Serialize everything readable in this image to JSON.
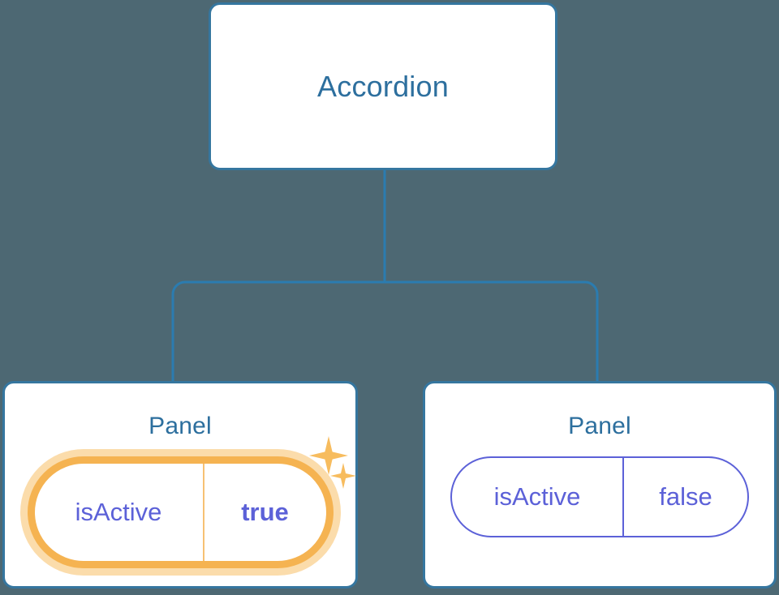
{
  "diagram": {
    "type": "component-tree",
    "background_color": "#4d6873",
    "node_border_color": "#35769f",
    "node_title_color": "#2d6f9e",
    "connector_color": "#2b7cb0",
    "prop_color": "#5c61d8",
    "highlight_color": "#f5b351",
    "highlight_glow_color": "#fbdcab",
    "root": {
      "title": "Accordion"
    },
    "children": [
      {
        "title": "Panel",
        "prop": {
          "key": "isActive",
          "value": "true"
        },
        "highlighted": true,
        "sparkles": [
          "sparkle-large",
          "sparkle-small"
        ]
      },
      {
        "title": "Panel",
        "prop": {
          "key": "isActive",
          "value": "false"
        },
        "highlighted": false
      }
    ]
  }
}
